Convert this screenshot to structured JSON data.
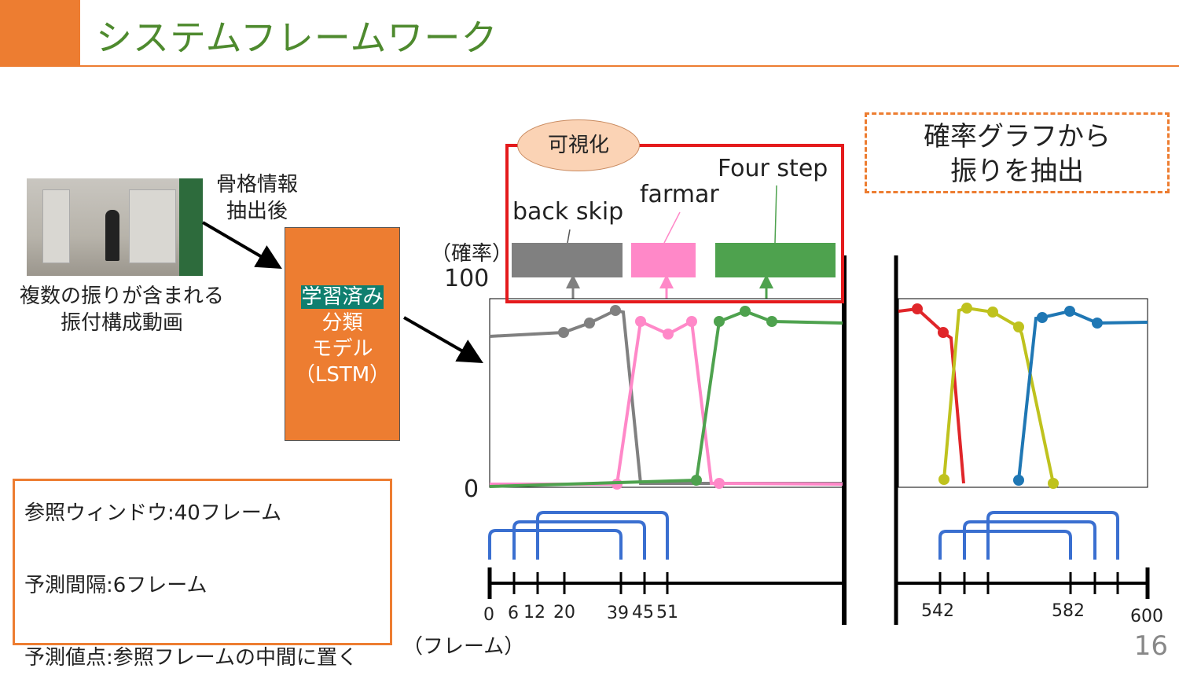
{
  "header": {
    "title": "システムフレームワーク"
  },
  "video": {
    "caption_line1": "複数の振りが含まれる",
    "caption_line2": "振付構成動画"
  },
  "arrow_label": {
    "line1": "骨格情報",
    "line2": "抽出後"
  },
  "model": {
    "highlight": "学習済み",
    "line2": "分類",
    "line3": "モデル",
    "line4": "（LSTM）"
  },
  "settings": [
    "参照ウィンドウ:40フレーム",
    "予測間隔:6フレーム",
    "予測値点:参照フレームの中間に置く"
  ],
  "visualize_bubble": "可視化",
  "legend": [
    {
      "name": "back skip",
      "color": "#808080"
    },
    {
      "name": "farmar",
      "color": "#ff88c8"
    },
    {
      "name": "Four step",
      "color": "#4ea24e"
    }
  ],
  "right_note": {
    "line1": "確率グラフから",
    "line2": "振りを抽出"
  },
  "axis": {
    "ylabel": "（確率）",
    "ymax": "100",
    "ymin": "0",
    "xlabel": "（フレーム）"
  },
  "left_ticks": [
    "0",
    "6",
    "12",
    "20",
    "39",
    "45",
    "51"
  ],
  "right_ticks": [
    "542",
    "582",
    "600"
  ],
  "colors": {
    "red": "#e0262a",
    "yellow": "#bfc21e",
    "blue": "#1f77b4"
  },
  "page_number": "16"
}
